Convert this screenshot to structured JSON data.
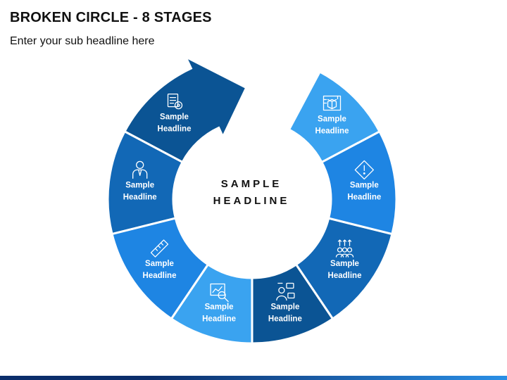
{
  "slide": {
    "title": "BROKEN CIRCLE - 8 STAGES",
    "subtitle": "Enter your sub headline here"
  },
  "center": {
    "line1": "SAMPLE",
    "line2": "HEADLINE"
  },
  "stages": [
    {
      "line1": "Sample",
      "line2": "Headline",
      "icon": "document-eye-icon",
      "color": "#0b5494"
    },
    {
      "line1": "Sample",
      "line2": "Headline",
      "icon": "businessman-icon",
      "color": "#1268b6"
    },
    {
      "line1": "Sample",
      "line2": "Headline",
      "icon": "ruler-icon",
      "color": "#1e85e3"
    },
    {
      "line1": "Sample",
      "line2": "Headline",
      "icon": "analysis-search-icon",
      "color": "#3aa3f0"
    },
    {
      "line1": "Sample",
      "line2": "Headline",
      "icon": "team-chat-icon",
      "color": "#0b5494"
    },
    {
      "line1": "Sample",
      "line2": "Headline",
      "icon": "group-growth-icon",
      "color": "#1268b6"
    },
    {
      "line1": "Sample",
      "line2": "Headline",
      "icon": "warning-sign-icon",
      "color": "#1e85e3"
    },
    {
      "line1": "Sample",
      "line2": "Headline",
      "icon": "blueprint-box-icon",
      "color": "#3aa3f0"
    }
  ],
  "colors": {
    "background": "#ffffff",
    "footer_dark": "#0b2e6b",
    "footer_light": "#2a8fe6"
  }
}
